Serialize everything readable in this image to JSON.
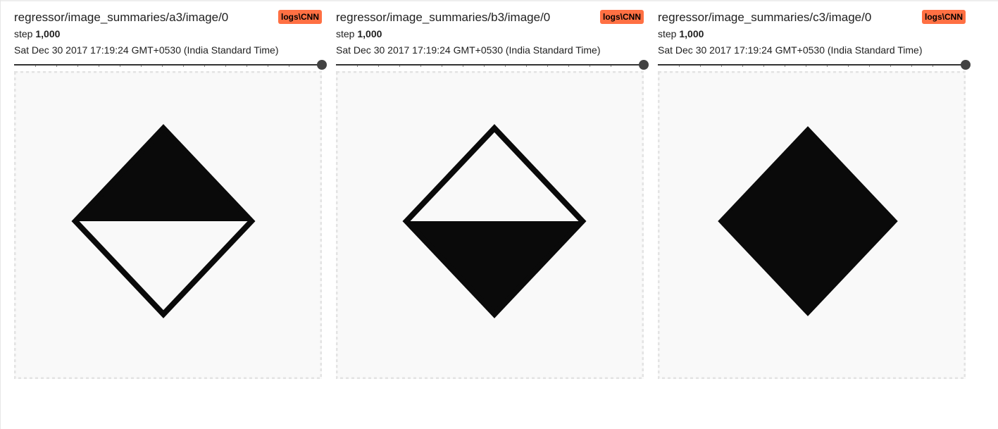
{
  "cards": [
    {
      "tag": "regressor/image_summaries/a3/image/0",
      "run": "logs\\CNN",
      "step_label": "step",
      "step_value": "1,000",
      "wall_time": "Sat Dec 30 2017 17:19:24 GMT+0530 (India Standard Time)",
      "image": {
        "shape": "diamond",
        "fill": "top-half"
      }
    },
    {
      "tag": "regressor/image_summaries/b3/image/0",
      "run": "logs\\CNN",
      "step_label": "step",
      "step_value": "1,000",
      "wall_time": "Sat Dec 30 2017 17:19:24 GMT+0530 (India Standard Time)",
      "image": {
        "shape": "diamond",
        "fill": "bottom-half"
      }
    },
    {
      "tag": "regressor/image_summaries/c3/image/0",
      "run": "logs\\CNN",
      "step_label": "step",
      "step_value": "1,000",
      "wall_time": "Sat Dec 30 2017 17:19:24 GMT+0530 (India Standard Time)",
      "image": {
        "shape": "diamond",
        "fill": "full"
      }
    }
  ],
  "colors": {
    "run_badge": "#ff7043",
    "slider_track": "#333333",
    "slider_knob": "#424242",
    "image_ink": "#0a0a0a",
    "image_background": "#f9f9f9"
  }
}
